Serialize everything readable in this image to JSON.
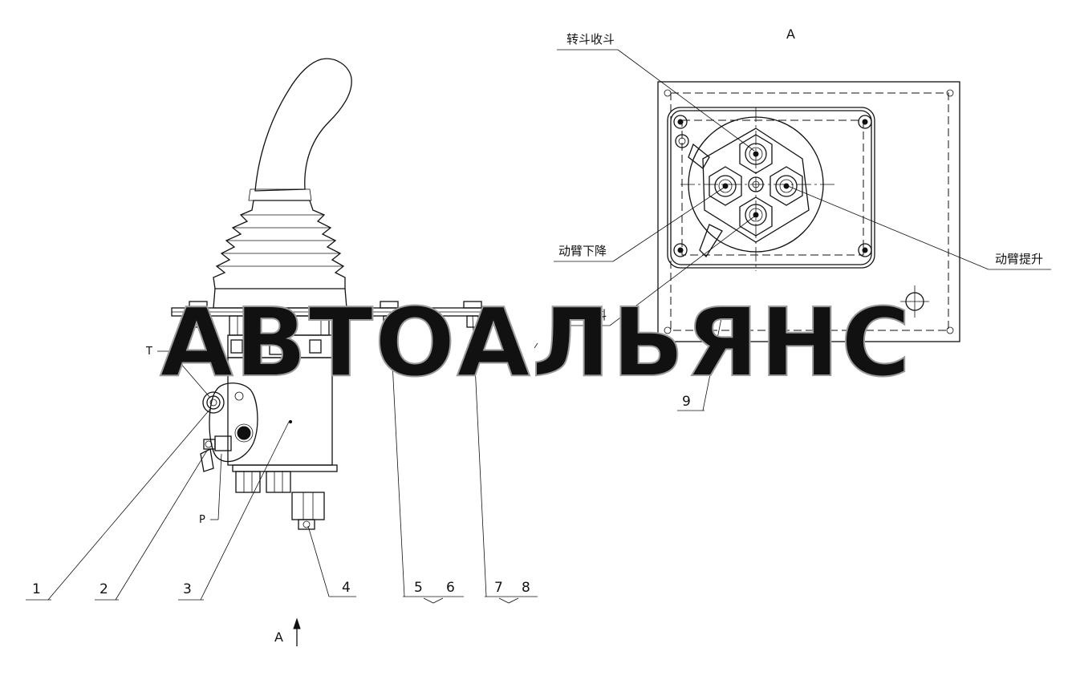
{
  "watermark": "АВТОАЛЬЯНС",
  "view_label_top": "A",
  "view_arrow_label": "A",
  "port_labels": {
    "t": "T",
    "p": "P"
  },
  "part_numbers": {
    "n1": "1",
    "n2": "2",
    "n3": "3",
    "n4": "4",
    "n5": "5",
    "n6": "6",
    "n7": "7",
    "n8": "8",
    "n9": "9"
  },
  "callouts": {
    "bucket_retract": "转斗收斗",
    "boom_lower": "动臂下降",
    "boom_raise": "动臂提升",
    "bucket_dump": "转斗卸料"
  }
}
